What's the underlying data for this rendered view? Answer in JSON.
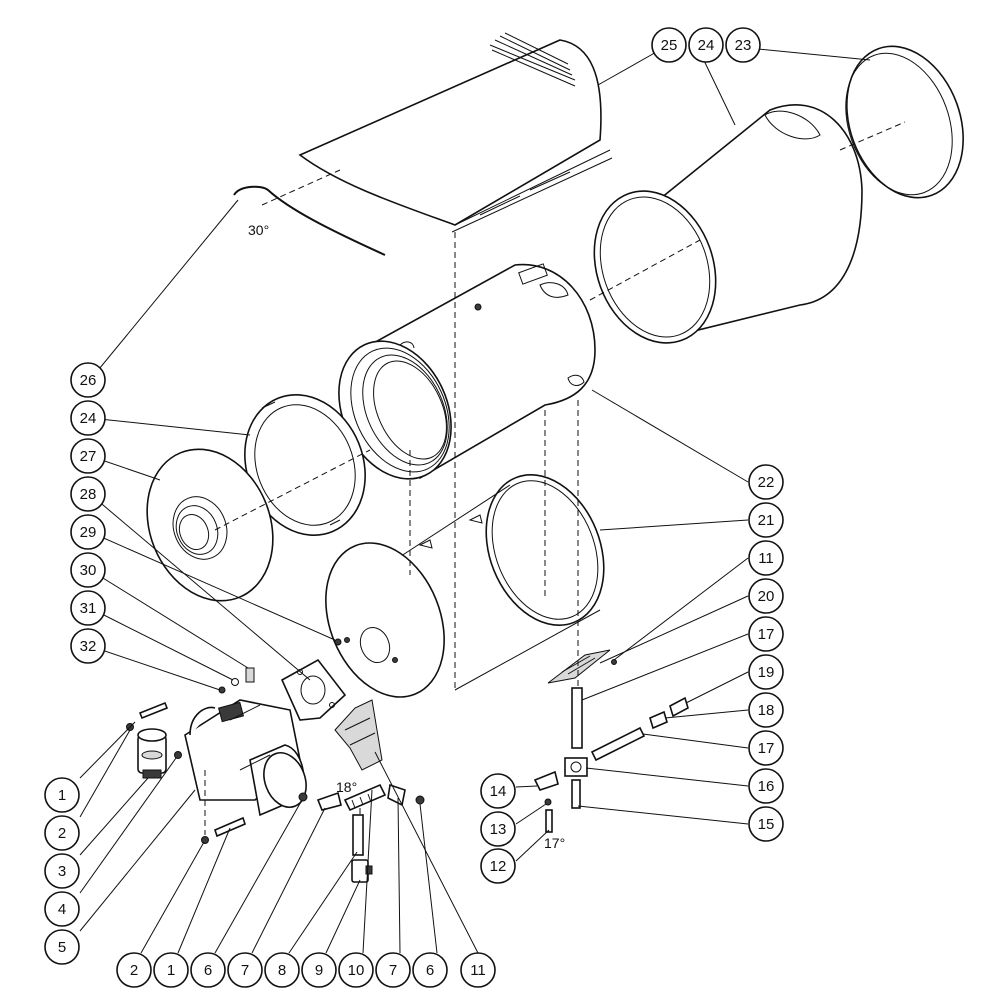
{
  "callouts": {
    "c1a": "1",
    "c2a": "2",
    "c3": "3",
    "c4": "4",
    "c5": "5",
    "c2b": "2",
    "c1b": "1",
    "c6a": "6",
    "c7a": "7",
    "c8": "8",
    "c9": "9",
    "c10": "10",
    "c7b": "7",
    "c6b": "6",
    "c11a": "11",
    "c12": "12",
    "c13": "13",
    "c14": "14",
    "c15": "15",
    "c16": "16",
    "c17a": "17",
    "c18": "18",
    "c19": "19",
    "c17b": "17",
    "c20": "20",
    "c11b": "11",
    "c21": "21",
    "c22": "22",
    "c23": "23",
    "c24a": "24",
    "c25": "25",
    "c26": "26",
    "c24b": "24",
    "c27": "27",
    "c28": "28",
    "c29": "29",
    "c30": "30",
    "c31": "31",
    "c32": "32"
  },
  "angles": {
    "a30": "30°",
    "a18": "18°",
    "a17": "17°"
  }
}
